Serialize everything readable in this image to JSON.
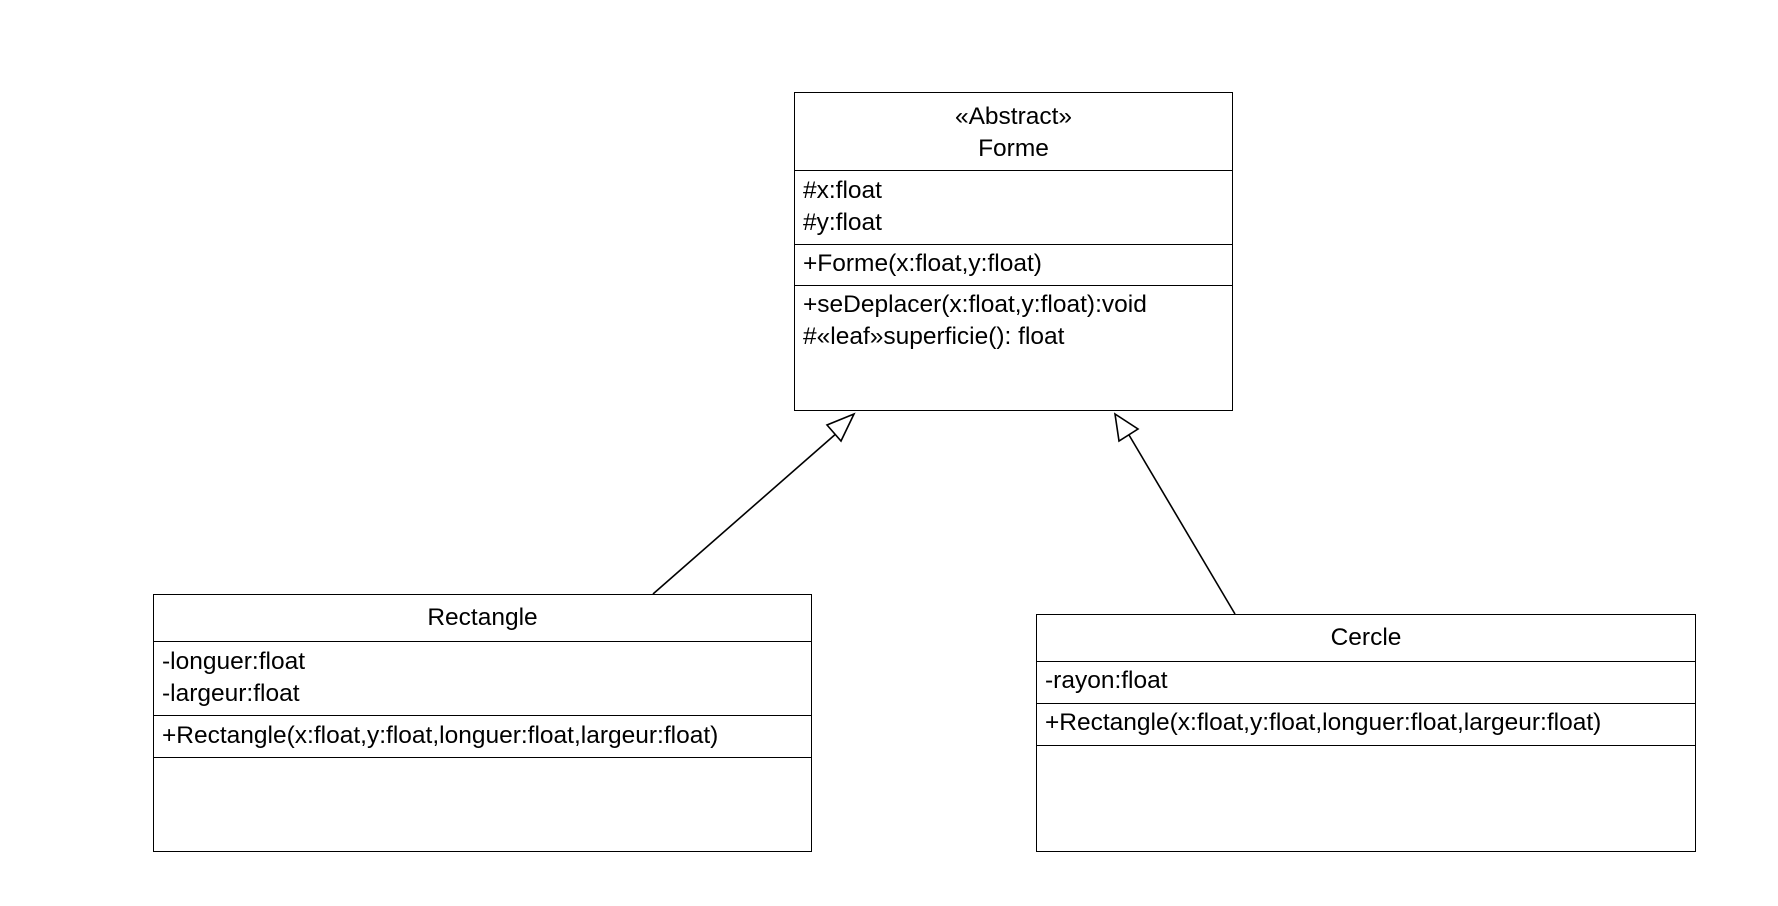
{
  "classes": {
    "forme": {
      "stereotype": "«Abstract»",
      "name": "Forme",
      "attributes": [
        "#x:float",
        "#y:float"
      ],
      "constructors": [
        "+Forme(x:float,y:float)"
      ],
      "methods": [
        "+seDeplacer(x:float,y:float):void",
        "#«leaf»superficie(): float"
      ]
    },
    "rectangle": {
      "name": "Rectangle",
      "attributes": [
        "-longuer:float",
        "-largeur:float"
      ],
      "constructors": [
        "+Rectangle(x:float,y:float,longuer:float,largeur:float)"
      ],
      "methods": []
    },
    "cercle": {
      "name": "Cercle",
      "attributes": [
        "-rayon:float"
      ],
      "constructors": [
        "+Rectangle(x:float,y:float,longuer:float,largeur:float)"
      ],
      "methods": []
    }
  },
  "relations": [
    {
      "type": "generalization",
      "from": "Rectangle",
      "to": "Forme"
    },
    {
      "type": "generalization",
      "from": "Cercle",
      "to": "Forme"
    }
  ]
}
